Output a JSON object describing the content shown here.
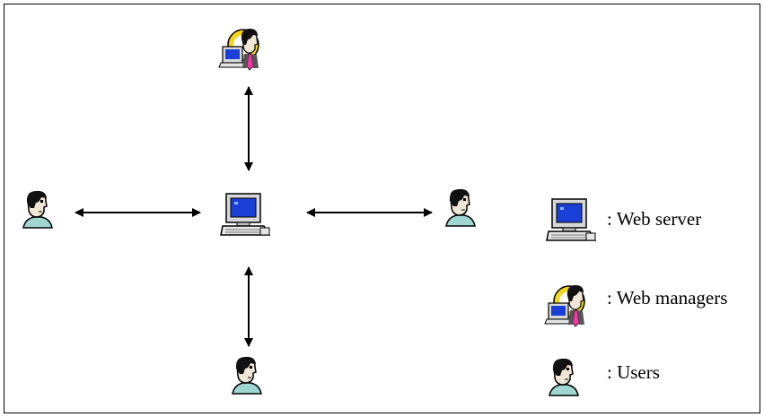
{
  "diagram": {
    "legend": {
      "server_label": ": Web server",
      "manager_label": ": Web managers",
      "user_label": ": Users"
    },
    "nodes": [
      {
        "role": "web-server",
        "icon": "computer-icon"
      },
      {
        "role": "web-manager",
        "icon": "manager-icon"
      },
      {
        "role": "user",
        "icon": "user-icon"
      }
    ],
    "colors": {
      "screen": "#1a3fd6",
      "manager_halo": "#f3d51c",
      "manager_tie": "#ff33aa",
      "user_shirt": "#9fd6d2",
      "outline": "#000000"
    }
  }
}
